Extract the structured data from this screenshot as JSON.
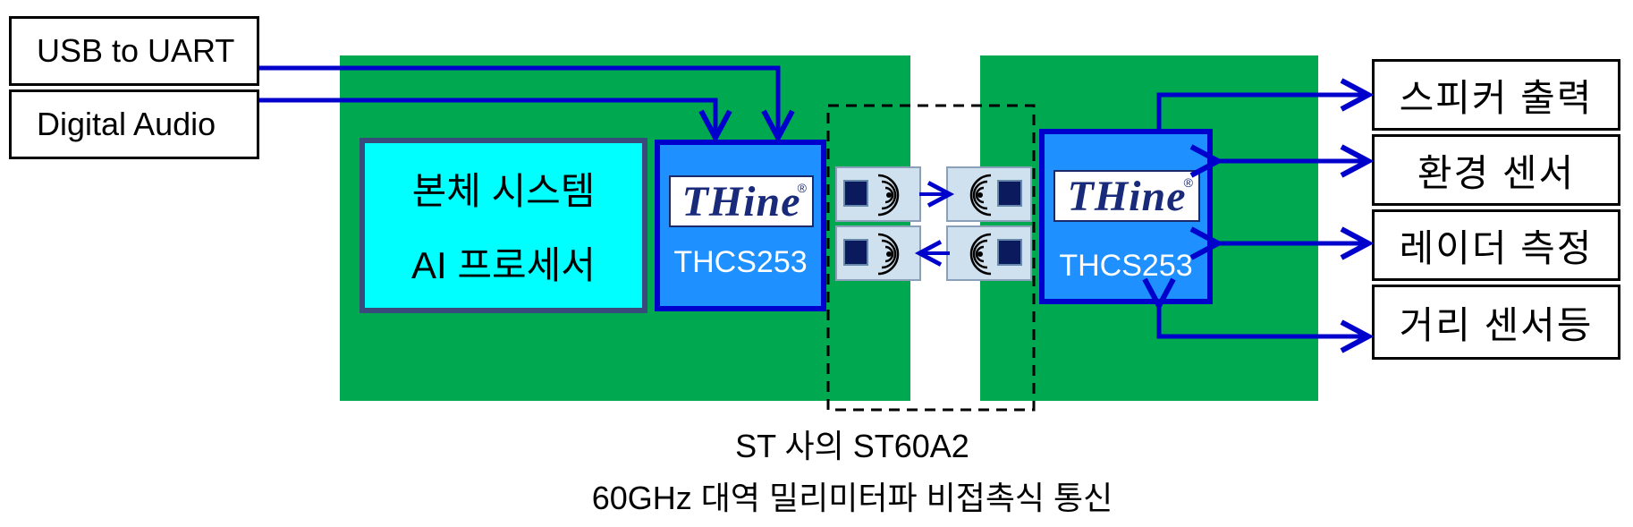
{
  "external_left": {
    "usb_uart": "USB to UART",
    "digital_audio": "Digital Audio"
  },
  "host": {
    "line1": "본체 시스템",
    "line2": "AI 프로세서"
  },
  "chip_left": {
    "logo": "THine",
    "reg": "®",
    "label": "THCS253"
  },
  "chip_right": {
    "logo": "THine",
    "reg": "®",
    "label": "THCS253"
  },
  "external_right": [
    "스피커 출력",
    "환경 센서",
    "레이더 측정",
    "거리 센서등"
  ],
  "caption": {
    "line1": "ST 사의 ST60A2",
    "line2": "60GHz 대역 밀리미터파 비접촉식 통신"
  },
  "colors": {
    "board": "#00a94f",
    "host_fill": "#00ffff",
    "chip_fill": "#1e90ff",
    "arrow": "#0000cc"
  }
}
